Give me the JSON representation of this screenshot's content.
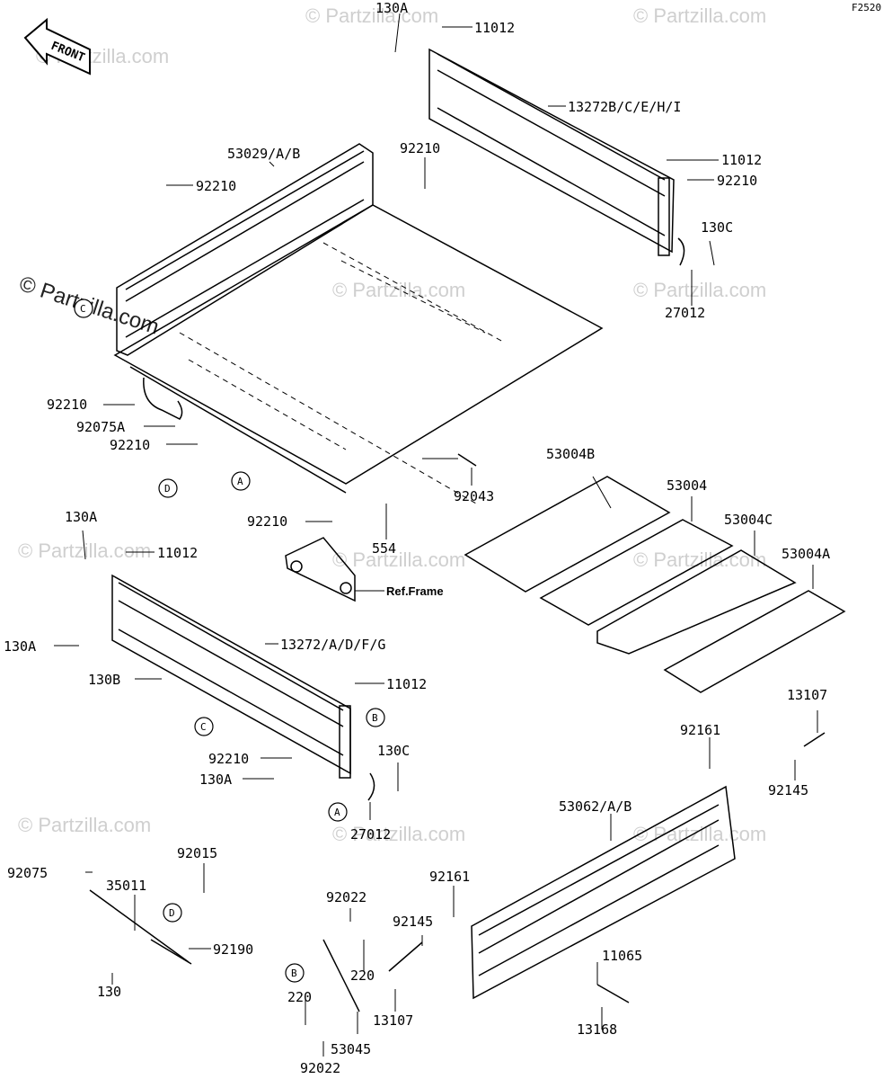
{
  "diagram_code": "F2520",
  "front_label": "FRONT",
  "watermark": "© Partzilla.com",
  "callouts": {
    "A": "A",
    "B": "B",
    "C": "C",
    "D": "D"
  },
  "parts": [
    "130A",
    "11012",
    "13272B/C/E/H/I",
    "53029/A/B",
    "92210",
    "11012",
    "92210",
    "130C",
    "27012",
    "92210",
    "92210",
    "92075A",
    "92210",
    "92043",
    "92210",
    "554",
    "Ref.Frame",
    "53004B",
    "53004",
    "53004C",
    "53004A",
    "130A",
    "11012",
    "13272/A/D/F/G",
    "130A",
    "130B",
    "11012",
    "92210",
    "130C",
    "130A",
    "27012",
    "13107",
    "92161",
    "92145",
    "53062/A/B",
    "92075",
    "92015",
    "35011",
    "92190",
    "130",
    "92022",
    "220",
    "92161",
    "92145",
    "11065",
    "220",
    "13107",
    "13168",
    "53045",
    "92022"
  ]
}
